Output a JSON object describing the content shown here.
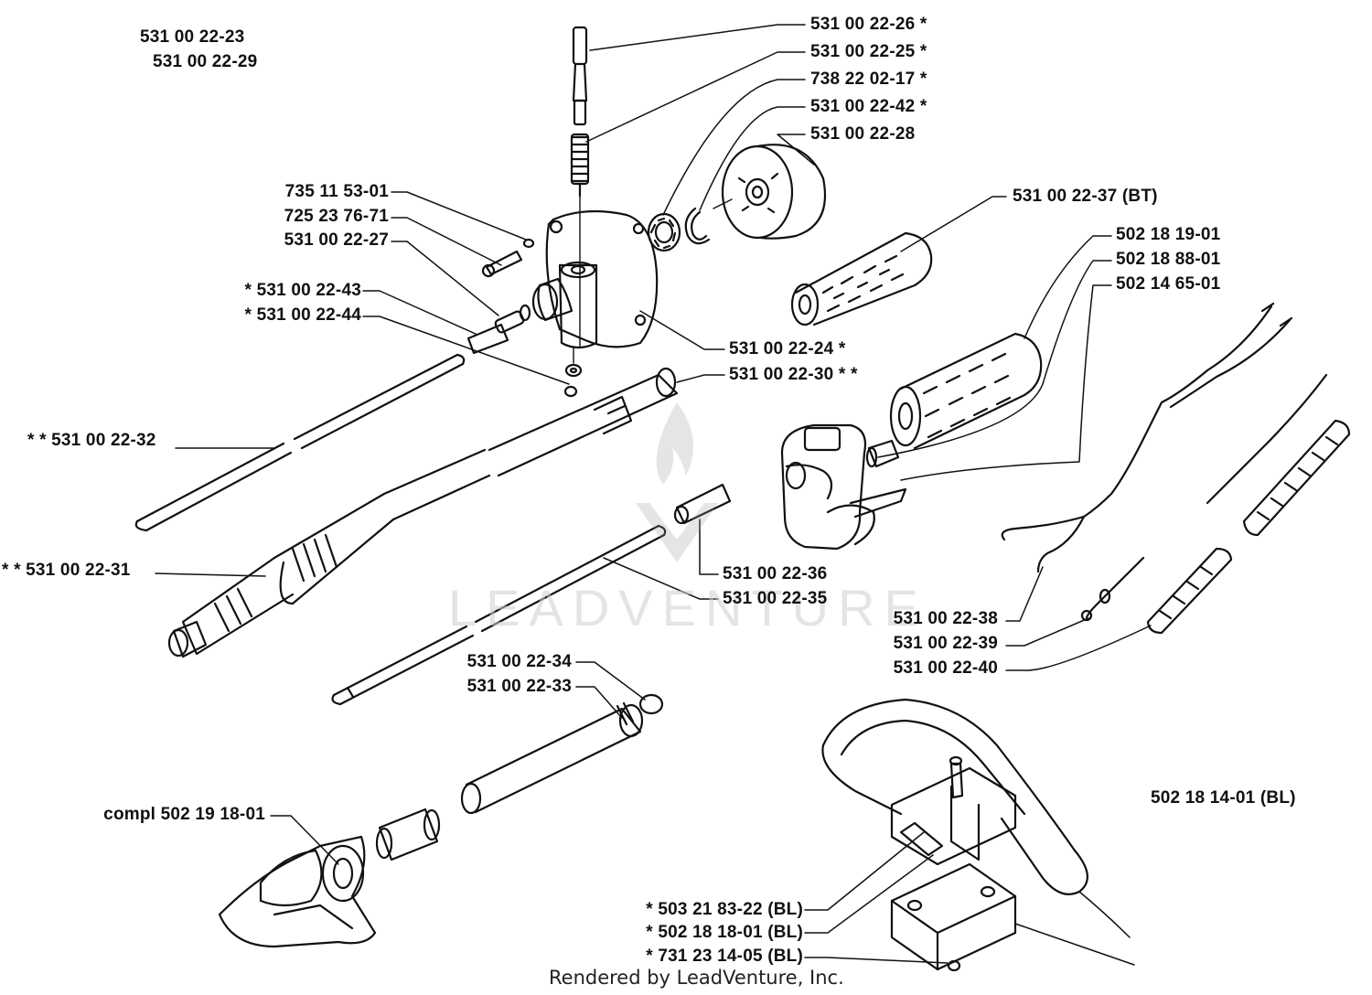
{
  "title_numbers": [
    "531 00 22-23",
    "531 00 22-29"
  ],
  "labels": [
    "531 00 22-26  *",
    "531 00 22-25  *",
    "738 22 02-17  *",
    "531 00 22-42  *",
    "531 00 22-28",
    "735 11 53-01",
    "725 23 76-71",
    "531 00 22-27",
    "*  531 00 22-43",
    "*  531 00 22-44",
    "531 00 22-24  *",
    "531 00 22-30  * *",
    "* *  531 00 22-32",
    "* *  531 00 22-31",
    "531 00 22-37 (BT)",
    "502 18 19-01",
    "502 18 88-01",
    "502 14 65-01",
    "531 00 22-36",
    "531 00 22-35",
    "531 00 22-38",
    "531 00 22-39",
    "531 00 22-40",
    "531 00 22-34",
    "531 00 22-33",
    "compl 502 19 18-01",
    "502 18 14-01 (BL)",
    "*  503 21 83-22 (BL)",
    "*  502 18 18-01 (BL)",
    "*  731 23 14-05 (BL)"
  ],
  "watermark": "LEADVENTURE",
  "footer": "Rendered by LeadVenture, Inc."
}
